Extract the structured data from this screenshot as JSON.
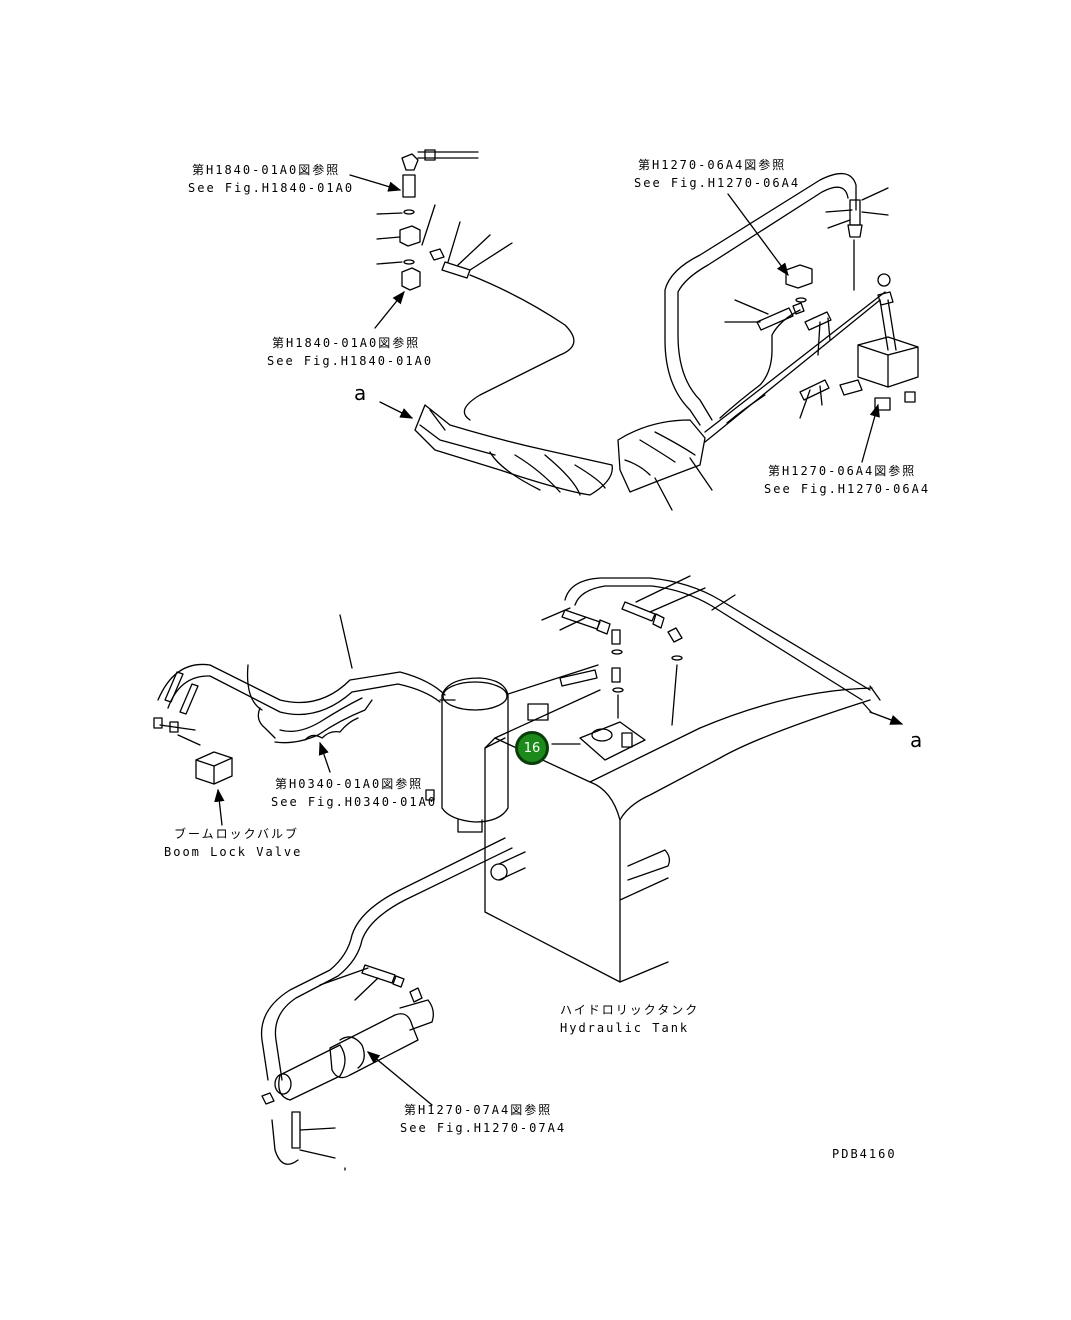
{
  "refs": {
    "h1840_top": {
      "jp": "第H1840-01A0図参照",
      "en": "See Fig.H1840-01A0"
    },
    "h1840_mid": {
      "jp": "第H1840-01A0図参照",
      "en": "See Fig.H1840-01A0"
    },
    "h1270_06a4_top": {
      "jp": "第H1270-06A4図参照",
      "en": "See Fig.H1270-06A4"
    },
    "h1270_06a4_right": {
      "jp": "第H1270-06A4図参照",
      "en": "See Fig.H1270-06A4"
    },
    "h0340": {
      "jp": "第H0340-01A0図参照",
      "en": "See Fig.H0340-01A0"
    },
    "h1270_07a4": {
      "jp": "第H1270-07A4図参照",
      "en": "See Fig.H1270-07A4"
    }
  },
  "parts": {
    "boom_lock_valve": {
      "jp": "ブームロックバルブ",
      "en": "Boom Lock Valve"
    },
    "hydraulic_tank": {
      "jp": "ハイドロリックタンク",
      "en": "Hydraulic Tank"
    }
  },
  "connection_markers": {
    "top": "a",
    "bottom": "a"
  },
  "callouts": [
    {
      "number": "16"
    }
  ],
  "drawing_code": "PDB4160",
  "colors": {
    "line": "#000000",
    "callout_fill": "#1b8a1b",
    "callout_ring": "#0b3d0b",
    "callout_text": "#ffffff"
  }
}
